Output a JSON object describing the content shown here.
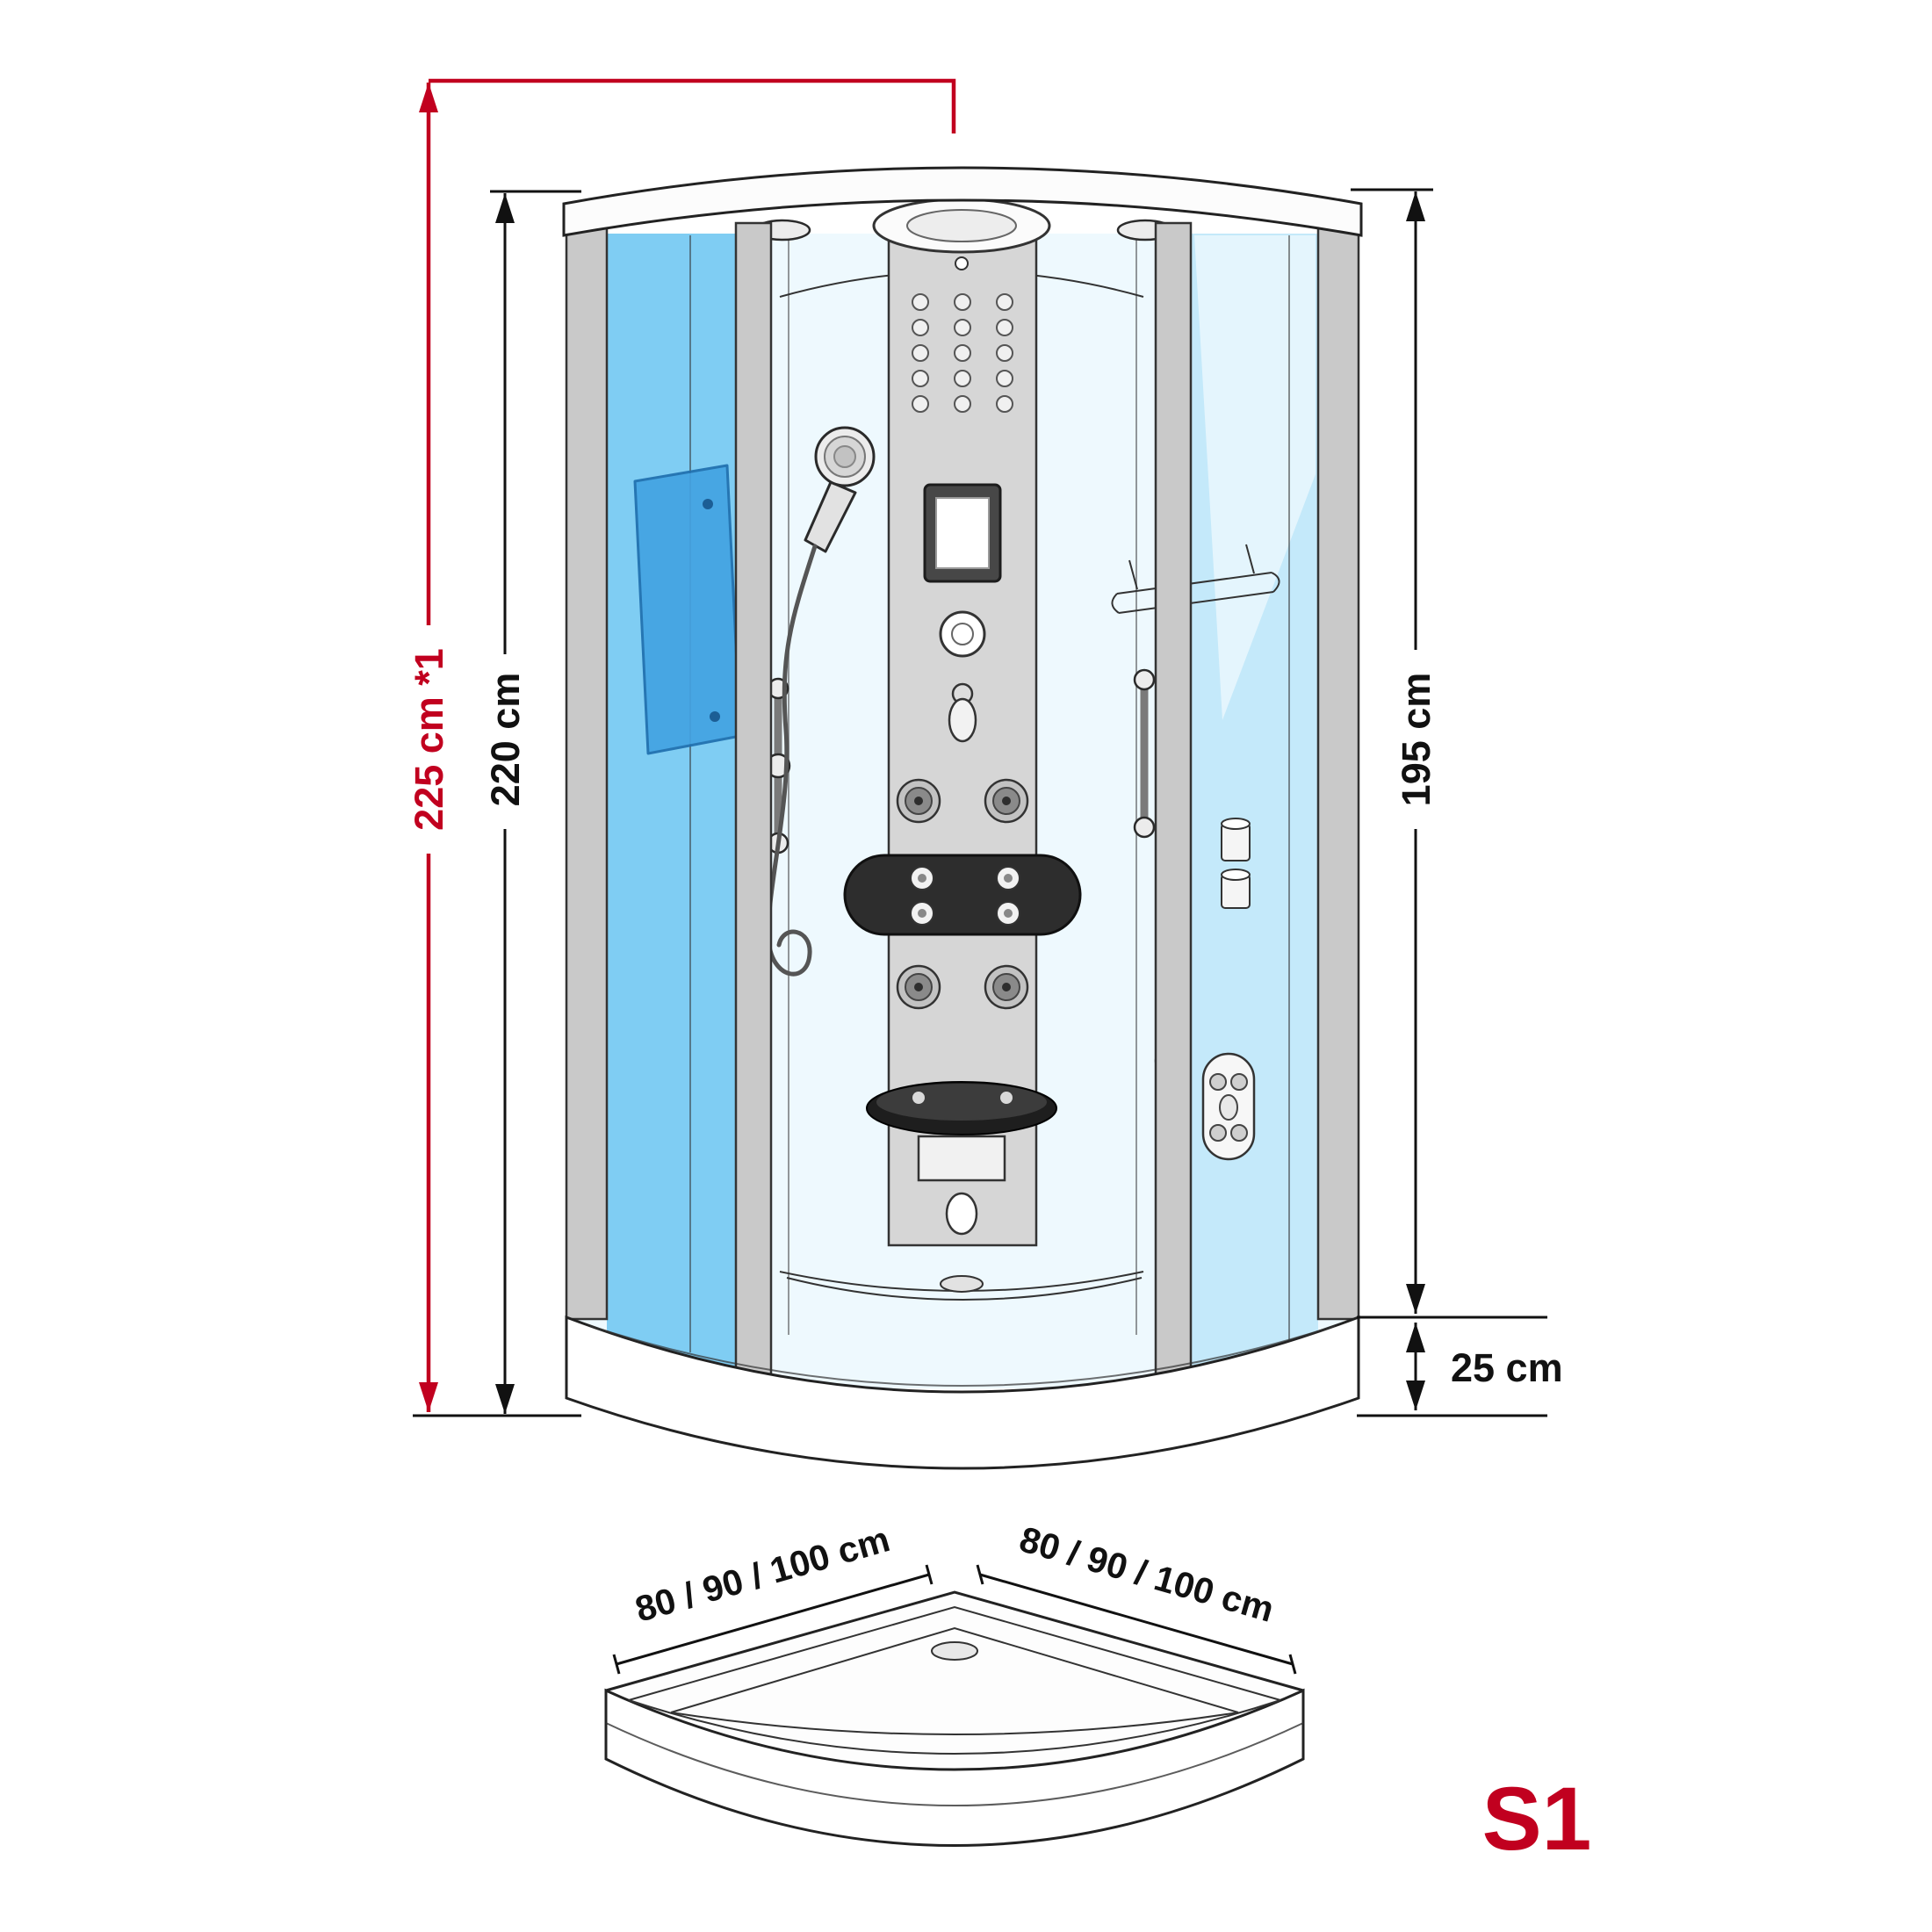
{
  "model_label": "S1",
  "dimensions": {
    "total_height": "225 cm *1",
    "cabin_height": "220 cm",
    "glass_height": "195 cm",
    "tray_height": "25 cm",
    "tray_width_left": "80 / 90 / 100 cm",
    "tray_width_right": "80 / 90 / 100 cm"
  },
  "colors": {
    "dim_red": "#c1001f",
    "line_black": "#111111",
    "glass_left": "#7fcdf3",
    "glass_center": "#eef9fe",
    "glass_right": "#c4e9fa",
    "frame_gray": "#c9c9c9",
    "column_gray": "#d6d6d6",
    "shelf_blue": "#43a3e2",
    "seat_black": "#1e1e1e"
  }
}
